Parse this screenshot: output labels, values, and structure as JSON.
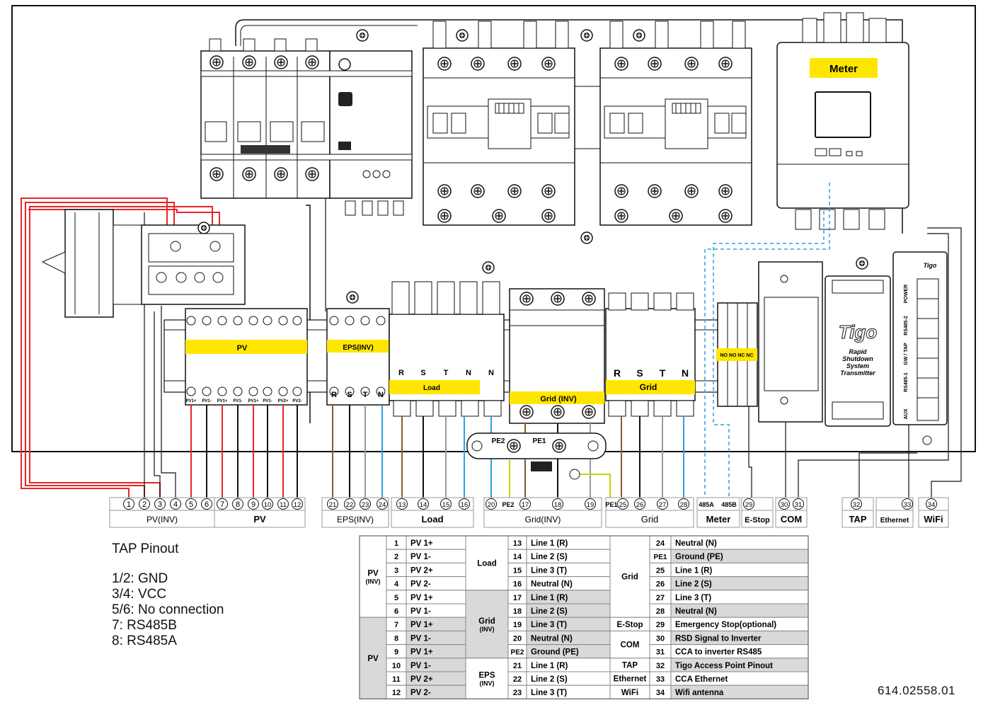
{
  "device_labels": {
    "meter": "Meter",
    "pv_bar": "PV",
    "eps_bar": "EPS(INV)",
    "load_bar": "Load",
    "grid_inv_bar": "Grid (INV)",
    "grid_bar": "Grid",
    "contact_bar": "NO NO NC NC",
    "pe2": "PE2",
    "pe1": "PE1",
    "tigo_brand": "Tigo",
    "tigo_desc": [
      "Rapid",
      "Shutdown",
      "System",
      "Transmitter"
    ],
    "tigo_logo": "Tigo",
    "tigo_terms": [
      "AUX",
      "RS485-1",
      "GW / TAP",
      "RS485-2",
      "POWER"
    ],
    "pv_terms": [
      "PV1+",
      "PV1-",
      "PV1+",
      "PV1-",
      "PV1+",
      "PV1-",
      "PV2+",
      "PV2-"
    ],
    "eps_terms": [
      "R",
      "S",
      "T",
      "N"
    ],
    "load_terms": [
      "R",
      "S",
      "T",
      "N",
      "N"
    ],
    "grid_terms": [
      "R",
      "S",
      "T",
      "N"
    ]
  },
  "terminals": {
    "numbers": [
      "1",
      "2",
      "3",
      "4",
      "5",
      "6",
      "7",
      "8",
      "9",
      "10",
      "11",
      "12",
      "21",
      "22",
      "23",
      "24",
      "13",
      "14",
      "15",
      "16",
      "20",
      "PE2",
      "17",
      "18",
      "19",
      "PE1",
      "25",
      "26",
      "27",
      "28",
      "485A",
      "485B",
      "29",
      "30",
      "31",
      "32",
      "33",
      "34"
    ],
    "groups": [
      {
        "label": "PV(INV)"
      },
      {
        "label": "PV"
      },
      {
        "label": "EPS(INV)"
      },
      {
        "label": "Load"
      },
      {
        "label": "Grid(INV)"
      },
      {
        "label": "Grid"
      },
      {
        "label": "Meter"
      },
      {
        "label": "E-Stop"
      },
      {
        "label": "COM"
      },
      {
        "label": "TAP"
      },
      {
        "label": "Ethernet"
      },
      {
        "label": "WiFi"
      }
    ]
  },
  "tap_pinout": {
    "title": "TAP Pinout",
    "lines": [
      "1/2: GND",
      "3/4: VCC",
      "5/6: No connection",
      "7: RS485B",
      "8: RS485A"
    ]
  },
  "pin_table": {
    "col1": {
      "groups": [
        {
          "label": "PV",
          "sub": "(INV)"
        },
        {
          "label": "PV",
          "sub": ""
        }
      ],
      "rows": [
        {
          "n": "1",
          "d": "PV 1+"
        },
        {
          "n": "2",
          "d": "PV 1-"
        },
        {
          "n": "3",
          "d": "PV 2+"
        },
        {
          "n": "4",
          "d": "PV 2-"
        },
        {
          "n": "5",
          "d": "PV 1+"
        },
        {
          "n": "6",
          "d": "PV 1-"
        },
        {
          "n": "7",
          "d": "PV 1+"
        },
        {
          "n": "8",
          "d": "PV 1-"
        },
        {
          "n": "9",
          "d": "PV 1+"
        },
        {
          "n": "10",
          "d": "PV 1-"
        },
        {
          "n": "11",
          "d": "PV 2+"
        },
        {
          "n": "12",
          "d": "PV 2-"
        }
      ]
    },
    "col2": {
      "groups": [
        {
          "label": "Load",
          "sub": ""
        },
        {
          "label": "Grid",
          "sub": "(INV)"
        },
        {
          "label": "EPS",
          "sub": "(INV)"
        }
      ],
      "rows": [
        {
          "n": "13",
          "d": "Line 1 (R)"
        },
        {
          "n": "14",
          "d": "Line 2 (S)"
        },
        {
          "n": "15",
          "d": "Line 3 (T)"
        },
        {
          "n": "16",
          "d": "Neutral (N)"
        },
        {
          "n": "17",
          "d": "Line 1 (R)"
        },
        {
          "n": "18",
          "d": "Line 2 (S)"
        },
        {
          "n": "19",
          "d": "Line 3 (T)"
        },
        {
          "n": "20",
          "d": "Neutral (N)"
        },
        {
          "n": "PE2",
          "d": "Ground (PE)"
        },
        {
          "n": "21",
          "d": "Line 1 (R)"
        },
        {
          "n": "22",
          "d": "Line 2 (S)"
        },
        {
          "n": "23",
          "d": "Line 3 (T)"
        }
      ]
    },
    "col3": {
      "groups": [
        {
          "label": "Grid",
          "sub": ""
        },
        {
          "label": "E-Stop",
          "sub": ""
        },
        {
          "label": "COM",
          "sub": ""
        },
        {
          "label": "TAP",
          "sub": ""
        },
        {
          "label": "Ethernet",
          "sub": ""
        },
        {
          "label": "WiFi",
          "sub": ""
        }
      ],
      "rows": [
        {
          "n": "24",
          "d": "Neutral (N)"
        },
        {
          "n": "PE1",
          "d": "Ground (PE)"
        },
        {
          "n": "25",
          "d": "Line 1 (R)"
        },
        {
          "n": "26",
          "d": "Line 2 (S)"
        },
        {
          "n": "27",
          "d": "Line 3 (T)"
        },
        {
          "n": "28",
          "d": "Neutral (N)"
        },
        {
          "n": "29",
          "d": "Emergency Stop(optional)"
        },
        {
          "n": "30",
          "d": "RSD Signal to Inverter"
        },
        {
          "n": "31",
          "d": "CCA to inverter RS485"
        },
        {
          "n": "32",
          "d": "Tigo Access Point Pinout"
        },
        {
          "n": "33",
          "d": "CCA Ethernet"
        },
        {
          "n": "34",
          "d": "Wifi antenna"
        }
      ]
    }
  },
  "doc_number": "614.02558.01",
  "colors": {
    "label_yellow": "#FFE600",
    "wire_red": "#E8252A",
    "wire_brown": "#8B5A2B",
    "wire_blue": "#2FA0E0",
    "wire_gray": "#9A9A9A",
    "wire_yellow_green": "#C8D400",
    "table_shade": "#D9D9D9"
  }
}
